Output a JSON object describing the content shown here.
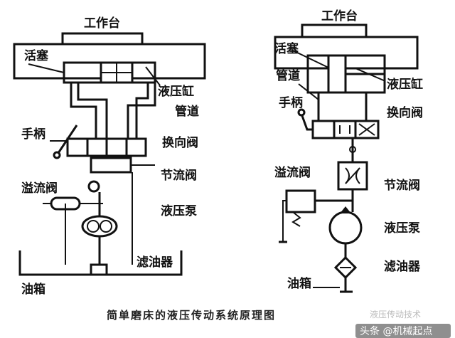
{
  "left": {
    "worktable": "工作台",
    "piston": "活塞",
    "cylinder": "液压缸",
    "pipe": "管道",
    "handle": "手柄",
    "valve": "换向阀",
    "throttle": "节流阀",
    "relief": "溢流阀",
    "pump": "液压泵",
    "filter": "滤油器",
    "tank": "油箱"
  },
  "right": {
    "worktable": "工作台",
    "piston": "活塞",
    "pipe": "管道",
    "cylinder": "液压缸",
    "handle": "手柄",
    "valve": "换向阀",
    "relief": "溢流阀",
    "throttle": "节流阀",
    "pump": "液压泵",
    "filter": "滤油器",
    "tank": "油箱"
  },
  "caption": "简单磨床的液压传动系统原理图",
  "watermark": {
    "source_faded": "液压传动技术",
    "source": "头条 @机械起点"
  }
}
